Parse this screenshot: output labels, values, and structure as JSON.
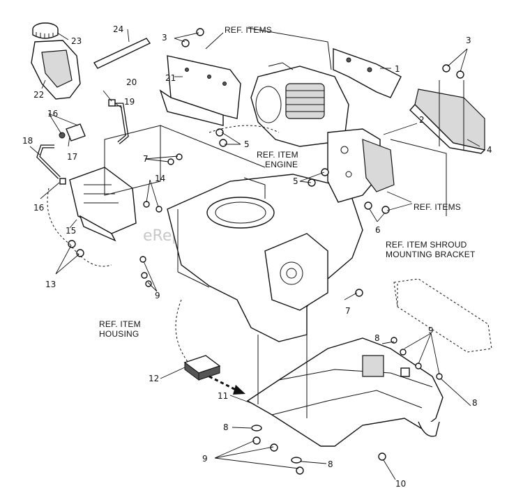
{
  "callouts": {
    "c1": "1",
    "c2": "2",
    "c3a": "3",
    "c3b": "3",
    "c4": "4",
    "c5a": "5",
    "c5b": "5",
    "c6": "6",
    "c7a": "7",
    "c7b": "7",
    "c8a": "8",
    "c8b": "8",
    "c8c": "8",
    "c8d": "8",
    "c9a": "9",
    "c9b": "9",
    "c9c": "9",
    "c10": "10",
    "c11": "11",
    "c12": "12",
    "c13": "13",
    "c14": "14",
    "c15": "15",
    "c16a": "16",
    "c16b": "16",
    "c17": "17",
    "c18": "18",
    "c19": "19",
    "c20": "20",
    "c21": "21",
    "c22": "22",
    "c23": "23",
    "c24": "24"
  },
  "refs": {
    "ref_items_top": "REF. ITEMS",
    "ref_items_right": "REF. ITEMS",
    "ref_item_engine_1": "REF. ITEM",
    "ref_item_engine_2": "ENGINE",
    "ref_item_shroud_1": "REF. ITEM SHROUD",
    "ref_item_shroud_2": "MOUNTING BRACKET",
    "ref_item_housing_1": "REF. ITEM",
    "ref_item_housing_2": "HOUSING"
  },
  "watermark": "eReplacementParts.com"
}
